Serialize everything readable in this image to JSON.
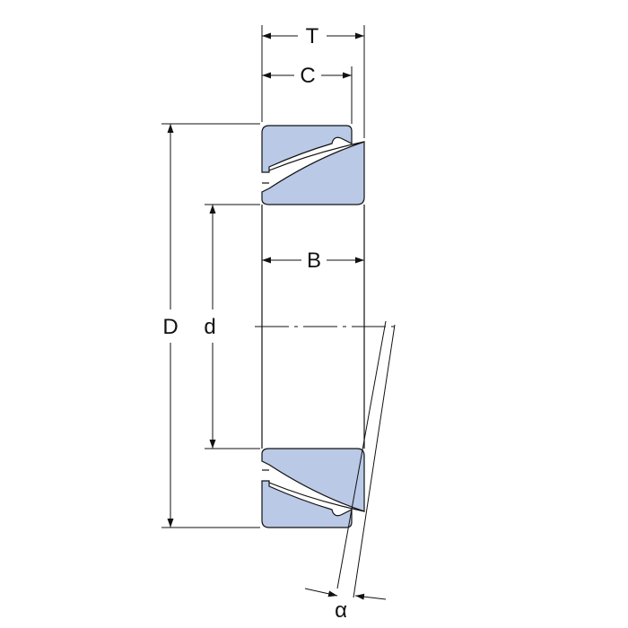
{
  "labels": {
    "T": "T",
    "C": "C",
    "B": "B",
    "D": "D",
    "d": "d",
    "alpha": "α"
  },
  "colors": {
    "part_fill": "#b9c9e6",
    "line": "#111111",
    "background": "#ffffff"
  }
}
